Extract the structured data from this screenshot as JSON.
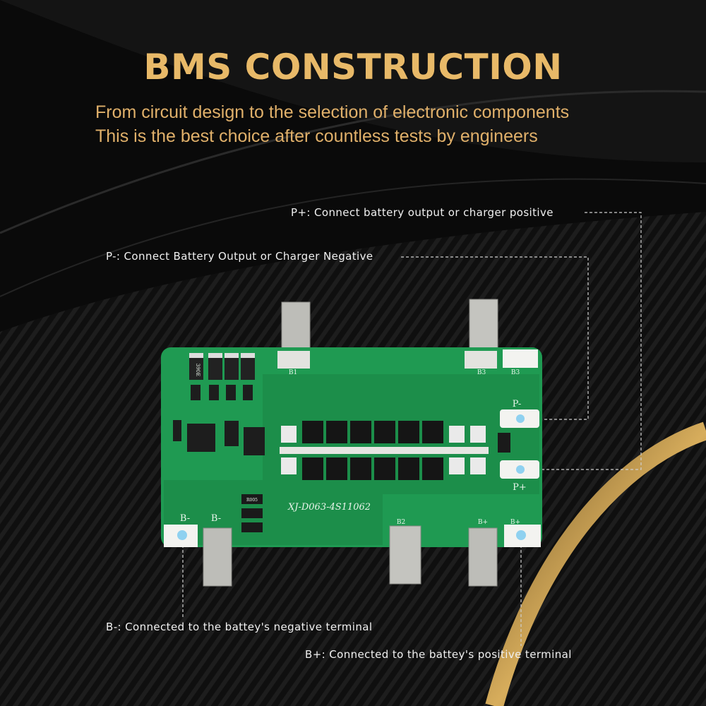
{
  "heading": {
    "title": "BMS CONSTRUCTION",
    "line1": "From circuit design to the selection of electronic components",
    "line2": "This is the best choice after countless tests by engineers"
  },
  "callouts": {
    "p_plus": "P+: Connect battery output or charger positive",
    "p_minus": "P-: Connect Battery Output or Charger Negative",
    "b_minus": "B-: Connected to the battey's negative terminal",
    "b_plus": "B+: Connected to the battey's positive terminal"
  },
  "board": {
    "model": "XJ-D063-4S11062",
    "resistor_code": "390E",
    "small_resistor_code": "R005",
    "pads": {
      "b1": "B1",
      "b3": "B3",
      "b2": "B2",
      "b_plus": "B+",
      "b_minus": "B-",
      "p_plus": "P+",
      "p_minus": "P-"
    }
  },
  "colors": {
    "gold": "#e8b968",
    "pcb": "#1f9a52",
    "strip": "#bdbdb8",
    "text": "#f0f0f0"
  }
}
